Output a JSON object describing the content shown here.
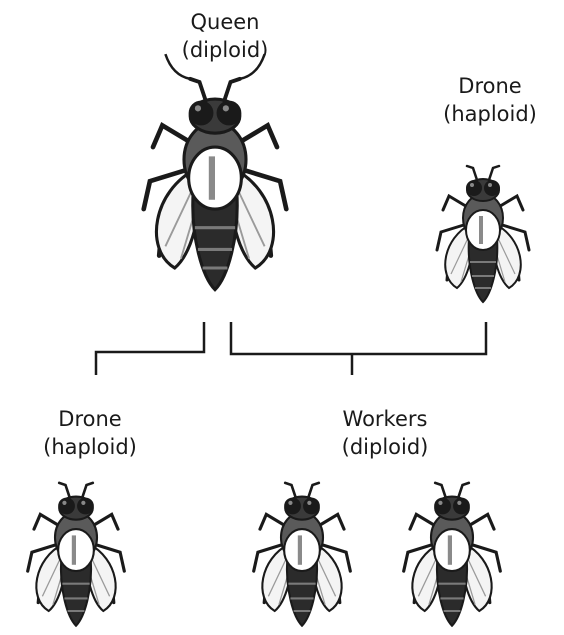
{
  "labels": {
    "queen": {
      "name": "Queen",
      "ploidy": "(diploid)"
    },
    "drone_top": {
      "name": "Drone",
      "ploidy": "(haploid)"
    },
    "drone_bottom": {
      "name": "Drone",
      "ploidy": "(haploid)"
    },
    "workers": {
      "name": "Workers",
      "ploidy": "(diploid)"
    }
  },
  "colors": {
    "ink": "#1a1a1a",
    "body": "#5a5a5a",
    "dark": "#2b2b2b",
    "patch": "#ffffff",
    "stripe": "#8a8a8a"
  }
}
